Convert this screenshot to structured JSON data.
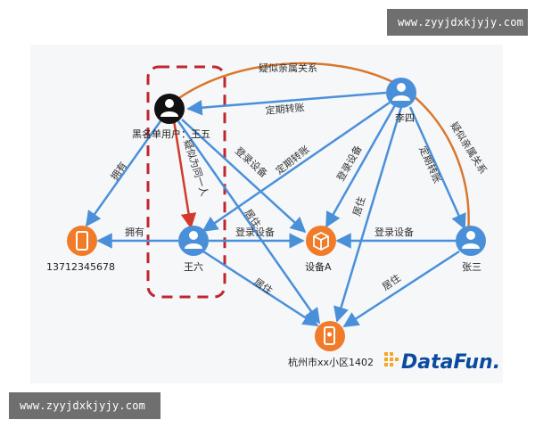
{
  "watermark": {
    "top": "www.zyyjdxkjyjy.com",
    "bottom": "www.zyyjdxkjyjy.com"
  },
  "nodes": {
    "wangwu": {
      "label": "黑名单用户：王五",
      "icon": "user-icon",
      "color": "#111111"
    },
    "lisi": {
      "label": "李四",
      "icon": "user-icon",
      "color": "#4a90d9"
    },
    "wangliu": {
      "label": "王六",
      "icon": "user-icon",
      "color": "#4a90d9"
    },
    "zhangsan": {
      "label": "张三",
      "icon": "user-icon",
      "color": "#4a90d9"
    },
    "phone": {
      "label": "13712345678",
      "icon": "phone-icon",
      "color": "#f07c2a"
    },
    "device": {
      "label": "设备A",
      "icon": "device-box-icon",
      "color": "#f07c2a"
    },
    "address": {
      "label": "杭州市xx小区1402",
      "icon": "address-phone-icon",
      "color": "#f07c2a"
    }
  },
  "edges": {
    "suspected_relatives": "疑似亲属关系",
    "scheduled_transfer": "定期转账",
    "login_device": "登录设备",
    "own": "拥有",
    "reside": "居住",
    "suspected_same_person": "疑似为同一人"
  },
  "logo": {
    "text": "DataFun."
  },
  "colors": {
    "blue_edge": "#4a90d9",
    "red_edge": "#d23a2e",
    "orange_edge": "#d9782d",
    "dashed_box": "#c0262e"
  }
}
